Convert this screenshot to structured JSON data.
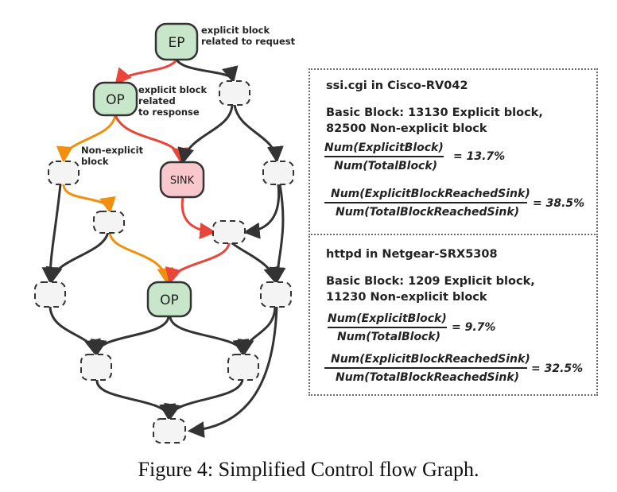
{
  "nodes": {
    "ep": "EP",
    "op_top": "OP",
    "sink": "SINK",
    "op_mid": "OP"
  },
  "annotations": {
    "ep_note_1": "explicit block",
    "ep_note_2": "related to request",
    "op_note_1": "explicit block",
    "op_note_2": "related",
    "op_note_3": "to response",
    "nonexp_1": "Non-explicit",
    "nonexp_2": "block"
  },
  "panel_top": {
    "title": "ssi.cgi in Cisco-RV042",
    "line1": "Basic Block: 13130 Explicit block,",
    "line2": "82500 Non-explicit block",
    "f1_num": "Num(ExplicitBlock)",
    "f1_den": "Num(TotalBlock)",
    "f1_val": "= 13.7%",
    "f2_num": "Num(ExplicitBlockReachedSink)",
    "f2_den": "Num(TotalBlockReachedSink)",
    "f2_val": "= 38.5%"
  },
  "panel_bottom": {
    "title": "httpd in Netgear-SRX5308",
    "line1": "Basic Block: 1209 Explicit block,",
    "line2": "11230 Non-explicit block",
    "f1_num": "Num(ExplicitBlock)",
    "f1_den": "Num(TotalBlock)",
    "f1_val": "= 9.7%",
    "f2_num": "Num(ExplicitBlockReachedSink)",
    "f2_den": "Num(TotalBlockReachedSink)",
    "f2_val": "= 32.5%"
  },
  "caption": "Figure 4: Simplified Control flow Graph.",
  "colors": {
    "explicit_node": "#c8e6c9",
    "sink_node": "#f8c8cc",
    "edge_default": "#333333",
    "edge_red": "#e8463a",
    "edge_orange": "#f0900e"
  }
}
